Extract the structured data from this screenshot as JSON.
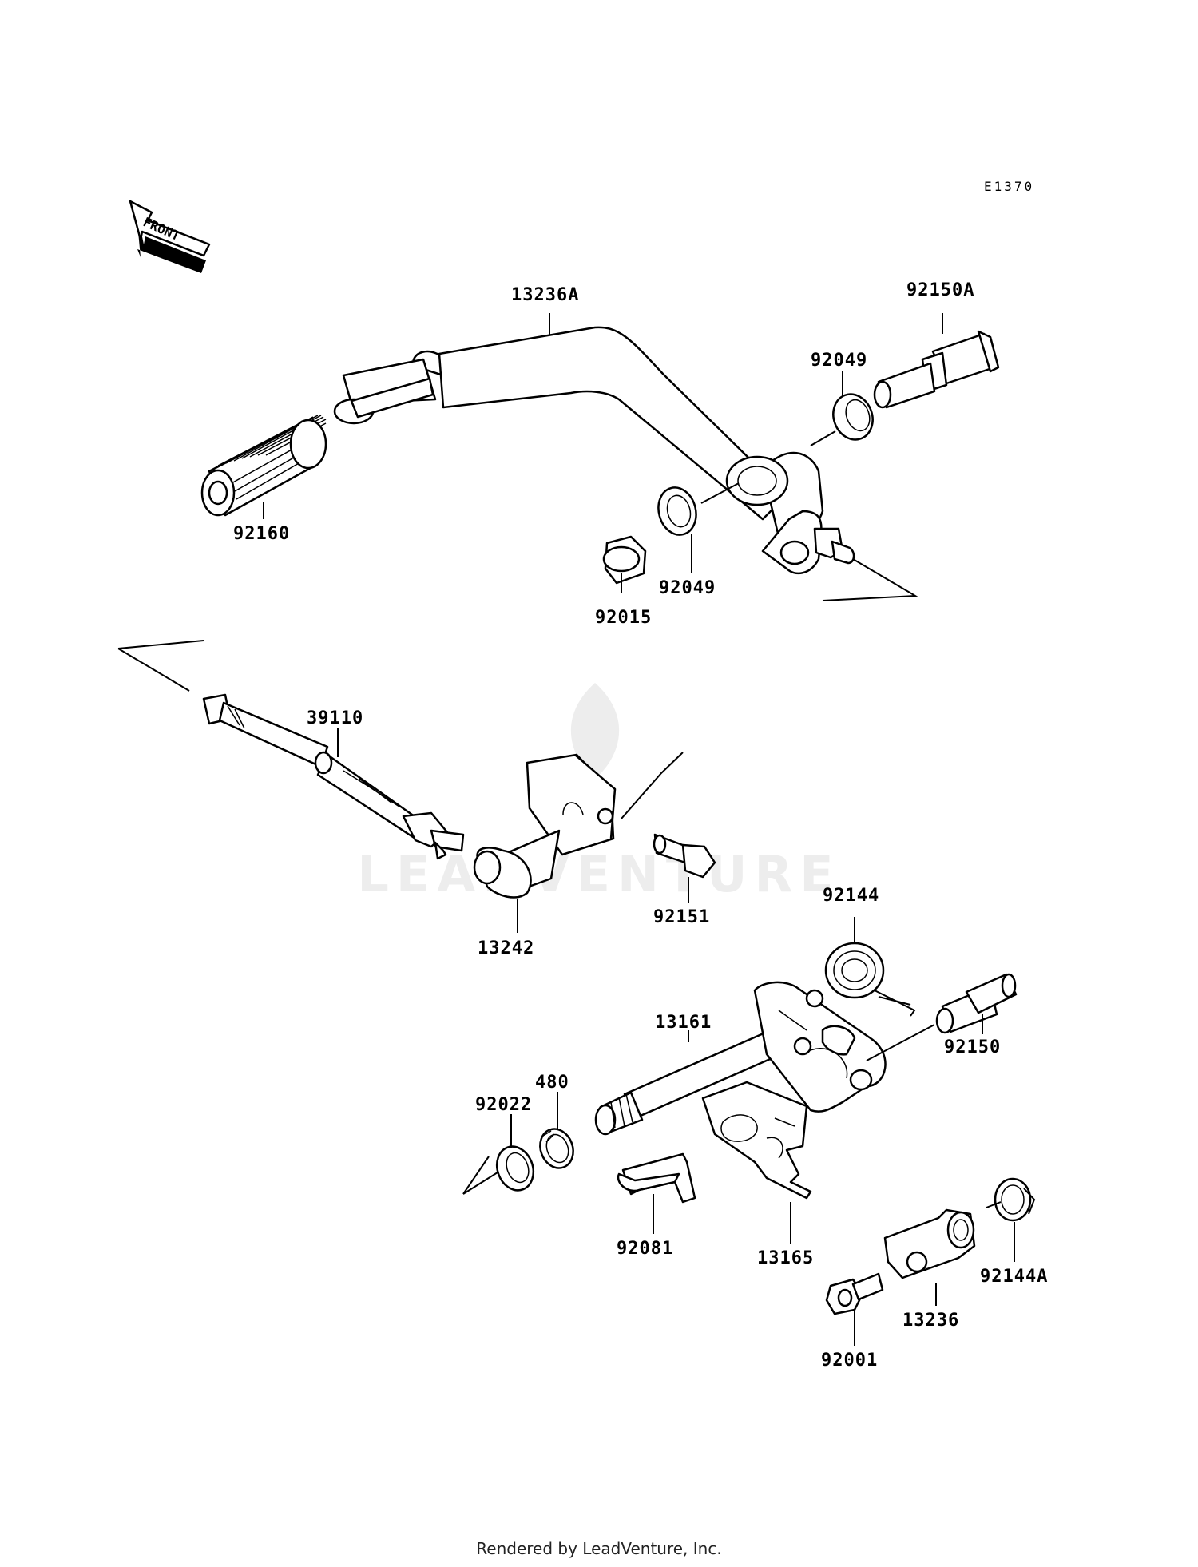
{
  "diagram": {
    "code": "E1370",
    "front_label": "FRONT",
    "watermark": "LEADVENTURE",
    "footer": "Rendered by LeadVenture, Inc.",
    "labels": {
      "13236A": "13236A",
      "92150A": "92150A",
      "92049a": "92049",
      "92049b": "92049",
      "92160": "92160",
      "92015": "92015",
      "39110": "39110",
      "13242": "13242",
      "92151": "92151",
      "92144": "92144",
      "13161": "13161",
      "92150": "92150",
      "480": "480",
      "92022": "92022",
      "92081": "92081",
      "13165": "13165",
      "92144A": "92144A",
      "13236": "13236",
      "92001": "92001"
    }
  }
}
